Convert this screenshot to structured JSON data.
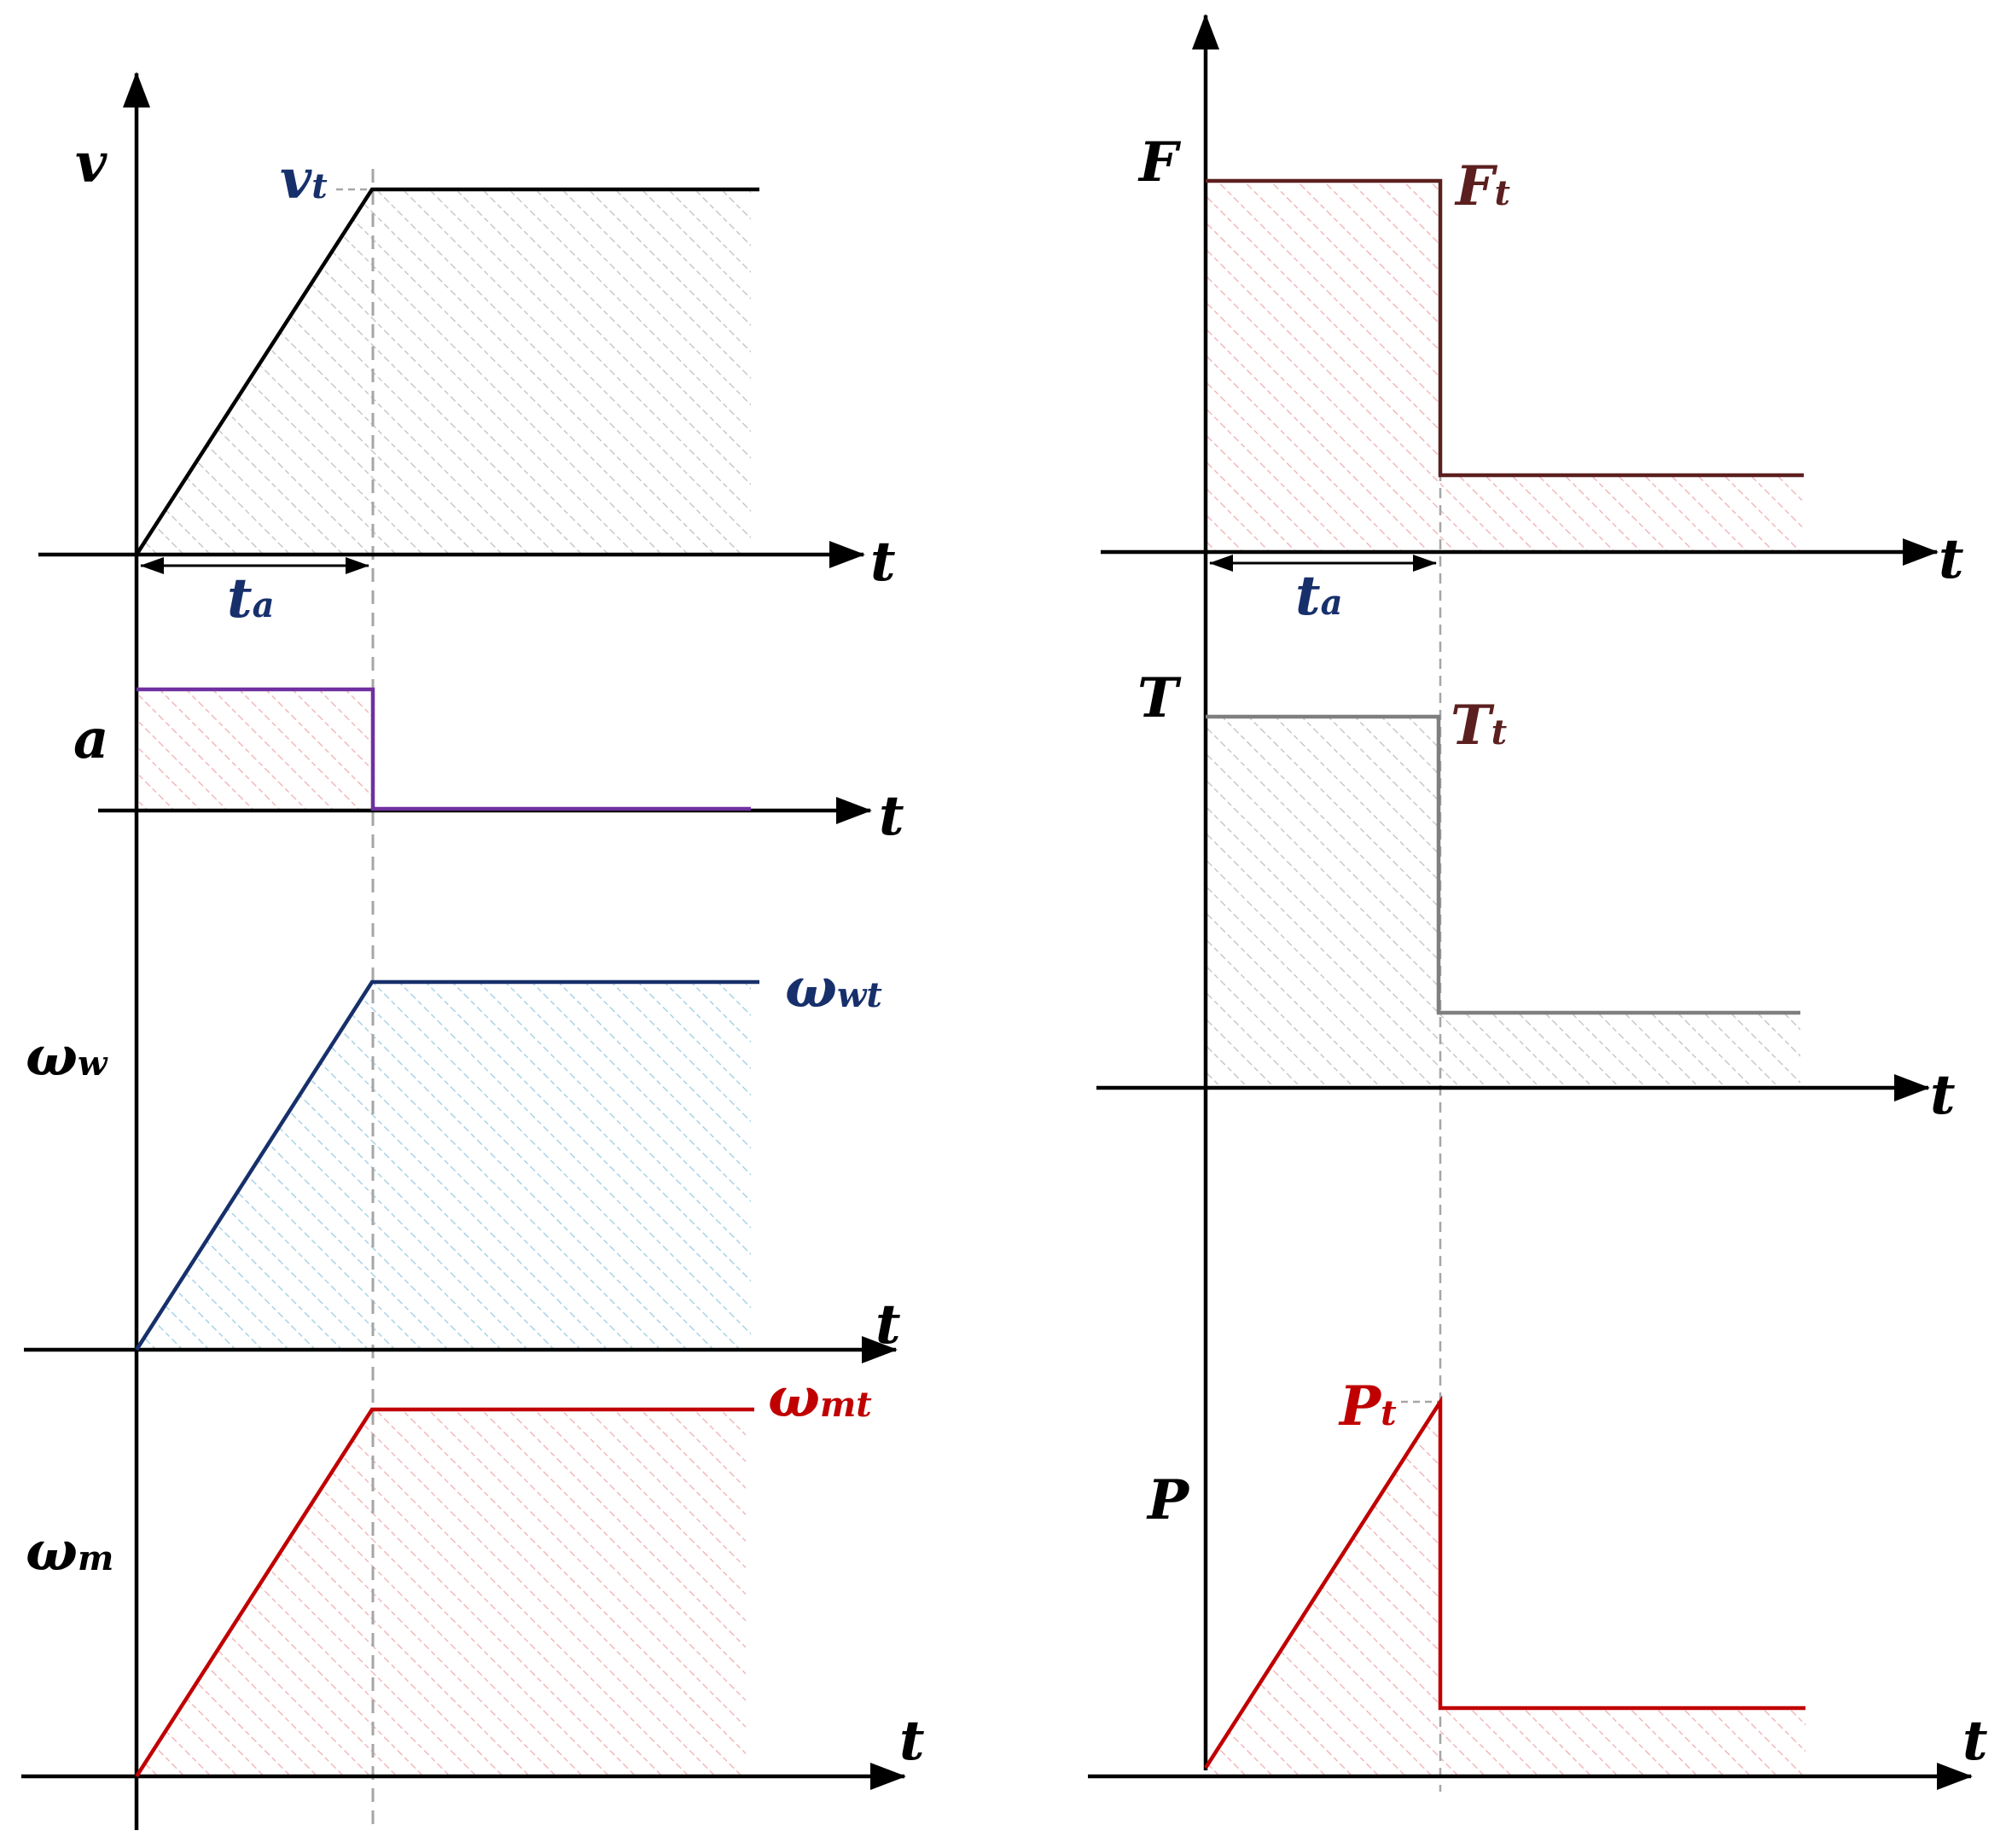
{
  "colors": {
    "black": "#000000",
    "navy": "#17306b",
    "purple": "#7030a0",
    "red": "#c00000",
    "maroon": "#5c1f1f",
    "gray": "#7f7f7f",
    "guide": "#a6a6a6",
    "hatch_gray": "#c8c8c8",
    "hatch_pink": "#f2b8bc",
    "hatch_blue": "#a9d3e6"
  },
  "labels": {
    "time_axis": "t",
    "v_axis": "v",
    "v_peak": {
      "main": "v",
      "sub": "t"
    },
    "accel_time": {
      "main": "t",
      "sub": "a"
    },
    "a_axis": "a",
    "ww_axis": {
      "main": "ω",
      "sub": "w"
    },
    "ww_peak": {
      "main": "ω",
      "sub": "wt"
    },
    "wm_axis": {
      "main": "ω",
      "sub": "m"
    },
    "wm_peak": {
      "main": "ω",
      "sub": "mt"
    },
    "F_axis": "F",
    "F_peak": {
      "main": "F",
      "sub": "t"
    },
    "T_axis": "T",
    "T_peak": {
      "main": "T",
      "sub": "t"
    },
    "P_axis": "P",
    "P_peak": {
      "main": "P",
      "sub": "t"
    }
  }
}
